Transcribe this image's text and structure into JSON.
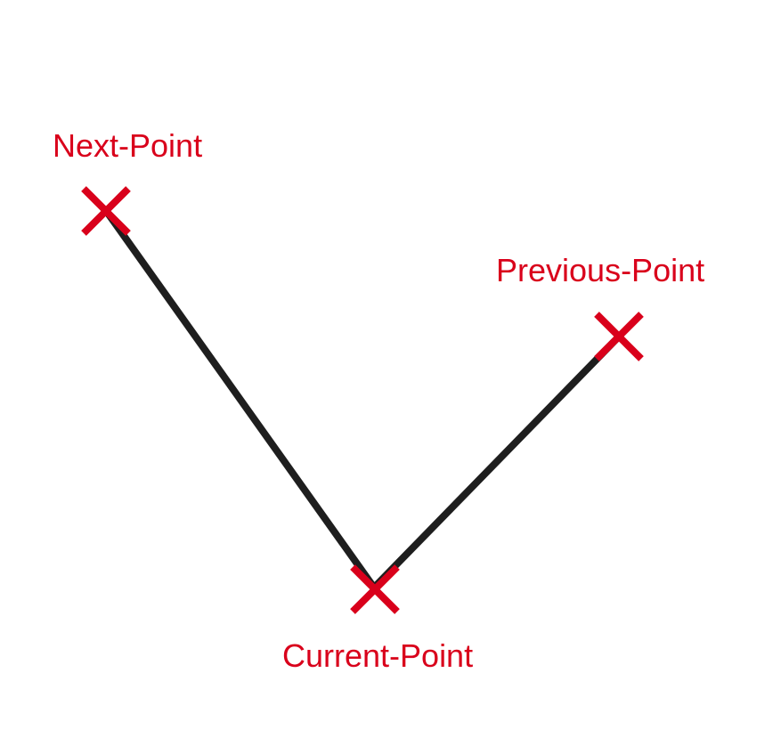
{
  "labels": {
    "next_point": "Next-Point",
    "previous_point": "Previous-Point",
    "current_point": "Current-Point"
  },
  "colors": {
    "marker": "#d9001b",
    "line": "#1e1e1e",
    "label": "#d9001b",
    "background": "#ffffff"
  },
  "icons": {
    "marker": "x-mark-icon"
  }
}
